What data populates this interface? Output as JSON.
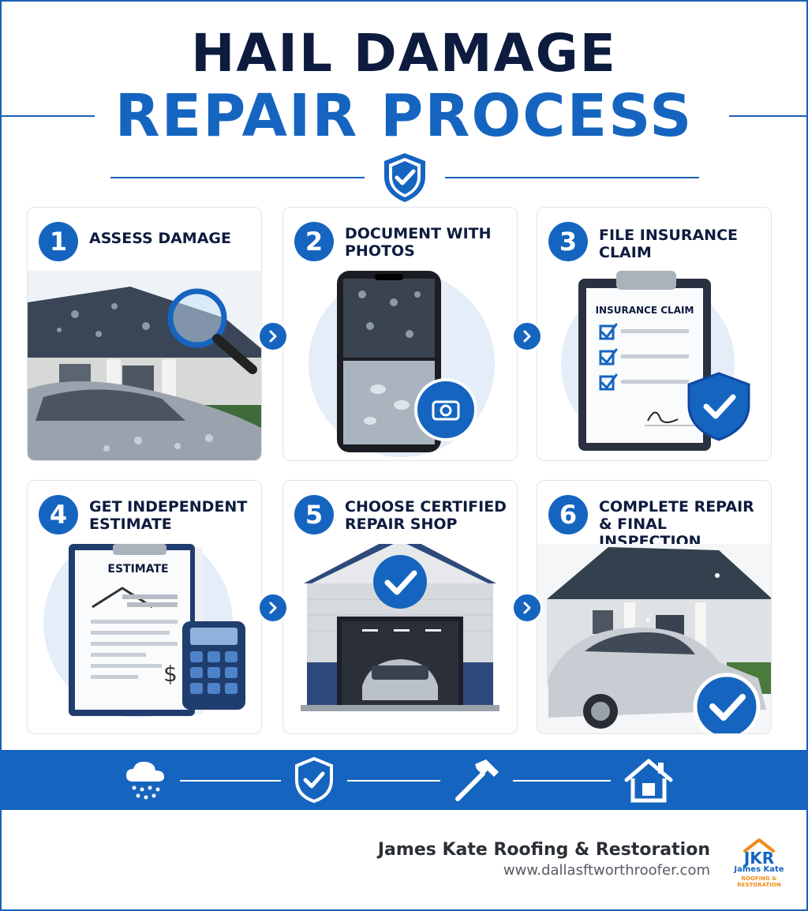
{
  "title": {
    "line1": "HAIL DAMAGE",
    "line2": "REPAIR PROCESS"
  },
  "colors": {
    "navy": "#0d1b3e",
    "accent_blue": "#1565c0",
    "logo_orange": "#f08c1a"
  },
  "header_icon": "shield-check-icon",
  "steps": [
    {
      "number": "1",
      "label": "ASSESS DAMAGE",
      "illustration": "house-car-magnifier"
    },
    {
      "number": "2",
      "label": "DOCUMENT WITH PHOTOS",
      "illustration": "phone-camera"
    },
    {
      "number": "3",
      "label": "FILE INSURANCE CLAIM",
      "illustration": "clipboard-claim",
      "clipboard_title": "INSURANCE CLAIM"
    },
    {
      "number": "4",
      "label": "GET INDEPENDENT ESTIMATE",
      "illustration": "estimate-calculator",
      "document_title": "ESTIMATE"
    },
    {
      "number": "5",
      "label": "CHOOSE CERTIFIED REPAIR SHOP",
      "illustration": "garage-check"
    },
    {
      "number": "6",
      "label": "COMPLETE REPAIR & FINAL INSPECTION",
      "illustration": "repaired-house-car"
    }
  ],
  "footer_icons": [
    "hail-cloud-icon",
    "shield-check-icon",
    "hammer-icon",
    "house-icon"
  ],
  "company": {
    "name": "James Kate Roofing & Restoration",
    "website": "www.dallasftworthroofer.com",
    "logo_letters": "JKR",
    "logo_name": "James Kate",
    "logo_subtitle": "ROOFING & RESTORATION"
  }
}
